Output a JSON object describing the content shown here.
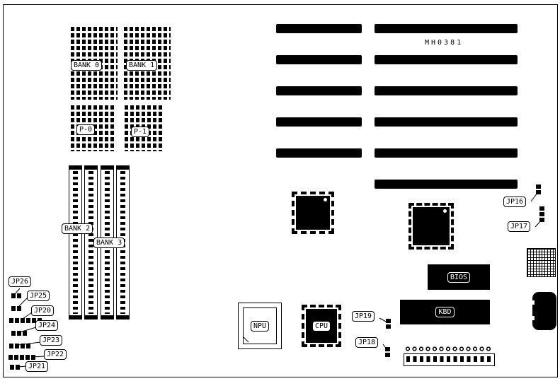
{
  "diagram": {
    "code": "MH0381",
    "labels": {
      "bank0": "BANK 0",
      "bank1": "BANK 1",
      "p0": "P-0",
      "p1": "P-1",
      "bank2": "BANK 2",
      "bank3": "BANK 3",
      "npu": "NPU",
      "cpu": "CPU",
      "bios": "BIOS",
      "kbd": "KBD",
      "jp16": "JP16",
      "jp17": "JP17",
      "jp18": "JP18",
      "jp19": "JP19",
      "jp20": "JP20",
      "jp21": "JP21",
      "jp22": "JP22",
      "jp23": "JP23",
      "jp24": "JP24",
      "jp25": "JP25",
      "jp26": "JP26"
    }
  }
}
